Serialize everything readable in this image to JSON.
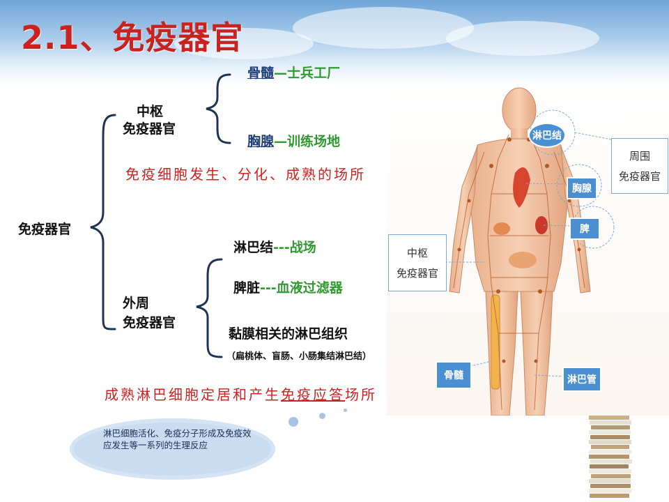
{
  "title": "2.1、免疫器官",
  "root_label": "免疫器官",
  "central": {
    "label_line1": "中枢",
    "label_line2": "免疫器官",
    "bone_marrow": {
      "name": "骨髓",
      "dash": "—",
      "role": "士兵工厂"
    },
    "thymus": {
      "name": "胸腺",
      "dash": "—",
      "role": "训练场地"
    },
    "note": "免疫细胞发生、分化、成熟的场所"
  },
  "peripheral": {
    "label_line1": "外周",
    "label_line2": "免疫器官",
    "lymph_node": {
      "name": "淋巴结",
      "dash": "---",
      "role": "战场"
    },
    "spleen": {
      "name": "脾脏",
      "dash": "---",
      "role": "血液过滤器"
    },
    "mucosa": {
      "name": "黏膜相关的淋巴组织",
      "detail": "（扁桃体、盲肠、小肠集结淋巴结）"
    },
    "note_before": "成熟淋巴细胞定居和产生",
    "note_underlined": "免疫应答",
    "note_after": "场所"
  },
  "cloud_text": "淋巴细胞活化、免疫分子形成及免疫效应发生等一系列的生理反应",
  "figure_labels": {
    "lymph_node": "淋巴结",
    "thymus": "胸腺",
    "spleen": "脾",
    "bone_marrow": "骨髓",
    "lymph_vessel": "淋巴管",
    "central_line1": "中枢",
    "central_line2": "免疫器官",
    "peripheral_line1": "周围",
    "peripheral_line2": "免疫器官"
  },
  "colors": {
    "title": "#c8231f",
    "green_role": "#2f9a2f",
    "navy_name": "#1d3f7a",
    "red_note": "#d21f1f",
    "bracket": "#1d3354",
    "label_blue": "#4a8fd1"
  }
}
